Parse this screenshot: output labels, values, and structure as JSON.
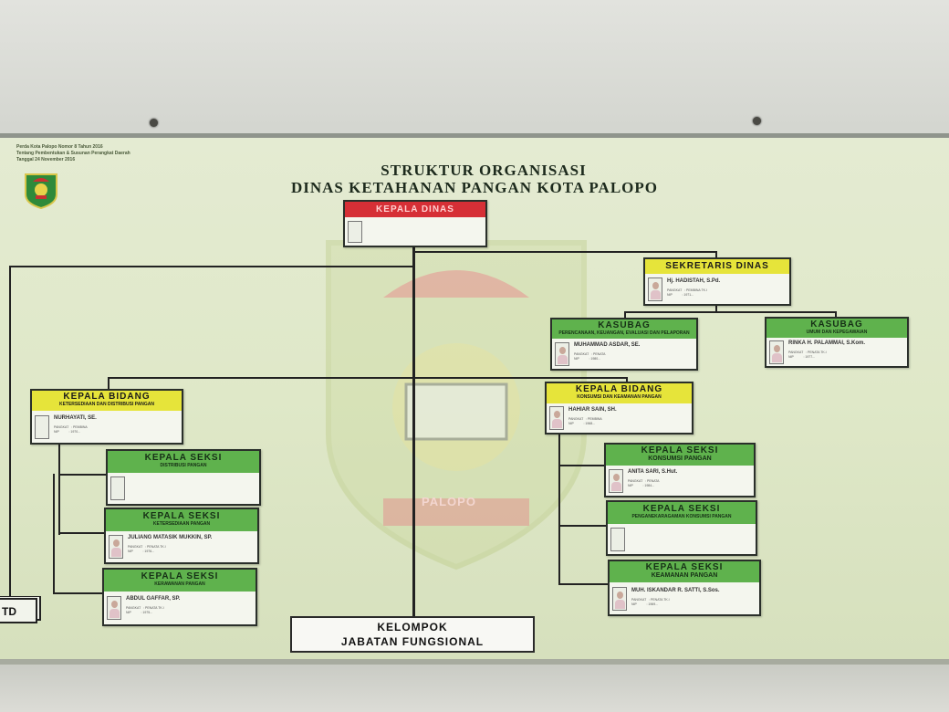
{
  "regulation": {
    "line1": "Perda Kota Palopo Nomor 8 Tahun 2016",
    "line2": "Tentang Pembentukan & Susunan Perangkat Daerah",
    "line3": "Tanggal 24 November 2016"
  },
  "title": {
    "line1": "STRUKTUR ORGANISASI",
    "line2": "DINAS KETAHANAN PANGAN  KOTA PALOPO"
  },
  "watermark_text": "PALOPO",
  "uptd_label": "TD",
  "colors": {
    "green": "#5fb24d",
    "yellow": "#e6e43a",
    "red": "#d62f36",
    "board": "#dfe8c8"
  },
  "boxes": {
    "kepala_dinas": {
      "header": "KEPALA DINAS"
    },
    "sekretaris": {
      "header": "SEKRETARIS DINAS",
      "name": "Hj. HADISTAH, S.Pd.",
      "detail": "PANGKAT   : PEMBINA TK.I\nNIP           : 1971..."
    },
    "kasubag_keu": {
      "header": "KASUBAG",
      "sub": "PERENCANAAN, KEUANGAN, EVALUASI DAN PELAPORAN",
      "name": "MUHAMMAD ASDAR, SE.",
      "detail": "PANGKAT   : PENATA\nNIP           : 1980..."
    },
    "kasubag_umum": {
      "header": "KASUBAG",
      "sub": "UMUM DAN KEPEGAWAIAN",
      "name": "RINKA H. PALAMMAI, S.Kom.",
      "detail": "PANGKAT   : PENATA TK.I\nNIP           : 1977..."
    },
    "kabid_ketersediaan": {
      "header": "KEPALA BIDANG",
      "sub": "KETERSEDIAAN DAN DISTRIBUSI PANGAN",
      "name": "NURHAYATI, SE.",
      "detail": "PANGKAT   : PEMBINA\nNIP           : 1970..."
    },
    "kabid_konsumsi": {
      "header": "KEPALA BIDANG",
      "sub": "KONSUMSI DAN KEAMANAN PANGAN",
      "name": "HAHIAR SAIN, SH.",
      "detail": "PANGKAT   : PEMBINA\nNIP           : 1968..."
    },
    "kasi_distribusi": {
      "header": "KEPALA SEKSI",
      "sub": "DISTRIBUSI PANGAN"
    },
    "kasi_ketersediaan": {
      "header": "KEPALA SEKSI",
      "sub": "KETERSEDIAAN PANGAN",
      "name": "JULIANG MATASIK MUKKIN, SP.",
      "detail": "PANGKAT   : PENATA TK.I\nNIP           : 1976..."
    },
    "kasi_kerawanan": {
      "header": "KEPALA SEKSI",
      "sub": "KERAWANAN PANGAN",
      "name": "ABDUL GAFFAR, SP.",
      "detail": "PANGKAT   : PENATA TK.I\nNIP           : 1975..."
    },
    "kasi_konsumsi": {
      "header": "KEPALA SEKSI",
      "sub": "KONSUMSI PANGAN",
      "name": "ANITA SARI, S.Hut.",
      "detail": "PANGKAT   : PENATA\nNIP           : 1984..."
    },
    "kasi_penganekaragaman": {
      "header": "KEPALA SEKSI",
      "sub": "PENGANEKARAGAMAN KONSUMSI PANGAN"
    },
    "kasi_keamanan": {
      "header": "KEPALA SEKSI",
      "sub": "KEAMANAN PANGAN",
      "name": "MUH. ISKANDAR R. SATTI, S.Sos.",
      "detail": "PANGKAT   : PENATA TK.I\nNIP           : 1969..."
    },
    "kelompok": {
      "line1": "KELOMPOK",
      "line2": "JABATAN FUNGSIONAL"
    }
  }
}
